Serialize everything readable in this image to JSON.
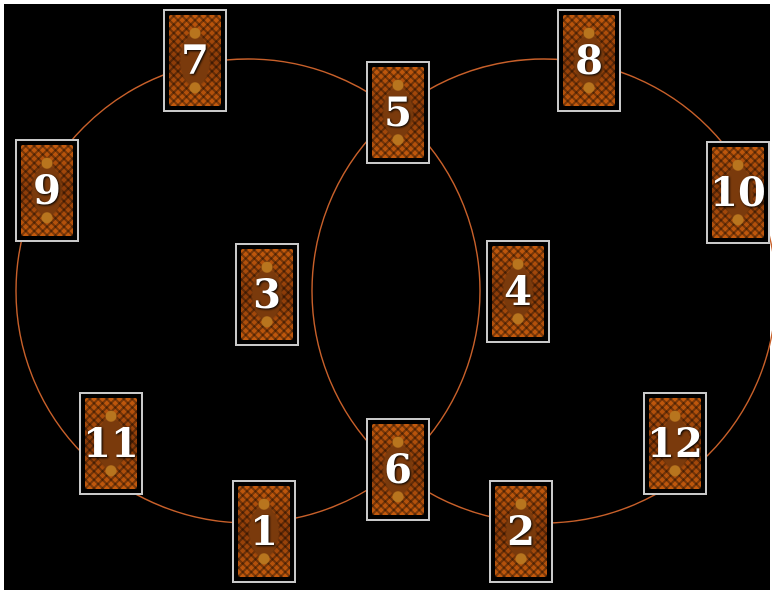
{
  "colors": {
    "background": "#000000",
    "ring_stroke": "#c8602a",
    "card_border": "#c9c9c9"
  },
  "cards": [
    {
      "label": "1"
    },
    {
      "label": "2"
    },
    {
      "label": "3"
    },
    {
      "label": "4"
    },
    {
      "label": "5"
    },
    {
      "label": "6"
    },
    {
      "label": "7"
    },
    {
      "label": "8"
    },
    {
      "label": "9"
    },
    {
      "label": "10"
    },
    {
      "label": "11"
    },
    {
      "label": "12"
    }
  ]
}
